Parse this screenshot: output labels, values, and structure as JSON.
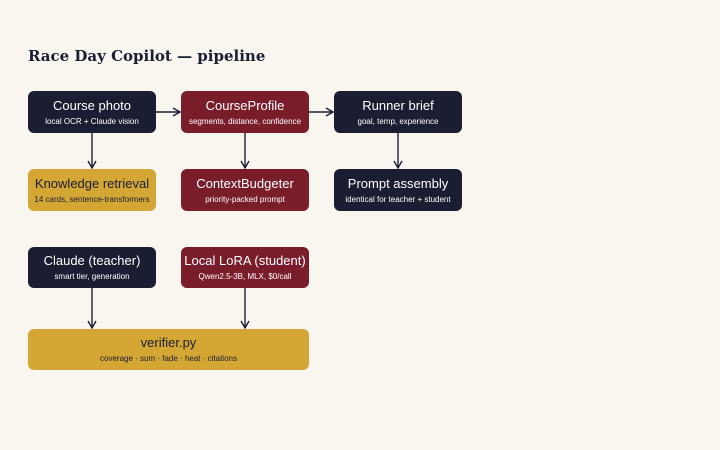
{
  "title": "Race Day Copilot — pipeline",
  "colors": {
    "background": "#f9f6f0",
    "navy": "#1b1d33",
    "crimson": "#7a1d2b",
    "gold": "#d4a634",
    "edge": "#1b1d33"
  },
  "nodes": {
    "course_photo": {
      "label": "Course photo",
      "sub": "local OCR + Claude vision"
    },
    "course_profile": {
      "label": "CourseProfile",
      "sub": "segments, distance, confidence"
    },
    "runner_brief": {
      "label": "Runner brief",
      "sub": "goal, temp, experience"
    },
    "knowledge_retrieval": {
      "label": "Knowledge retrieval",
      "sub": "14 cards, sentence-transformers"
    },
    "context_budgeter": {
      "label": "ContextBudgeter",
      "sub": "priority-packed prompt"
    },
    "prompt_assembly": {
      "label": "Prompt assembly",
      "sub": "identical for teacher + student"
    },
    "claude_teacher": {
      "label": "Claude (teacher)",
      "sub": "smart tier, generation"
    },
    "local_lora": {
      "label": "Local LoRA (student)",
      "sub": "Qwen2.5-3B, MLX, $0/call"
    },
    "verifier": {
      "label": "verifier.py",
      "sub": "coverage · sum · fade · heat · citations"
    }
  }
}
